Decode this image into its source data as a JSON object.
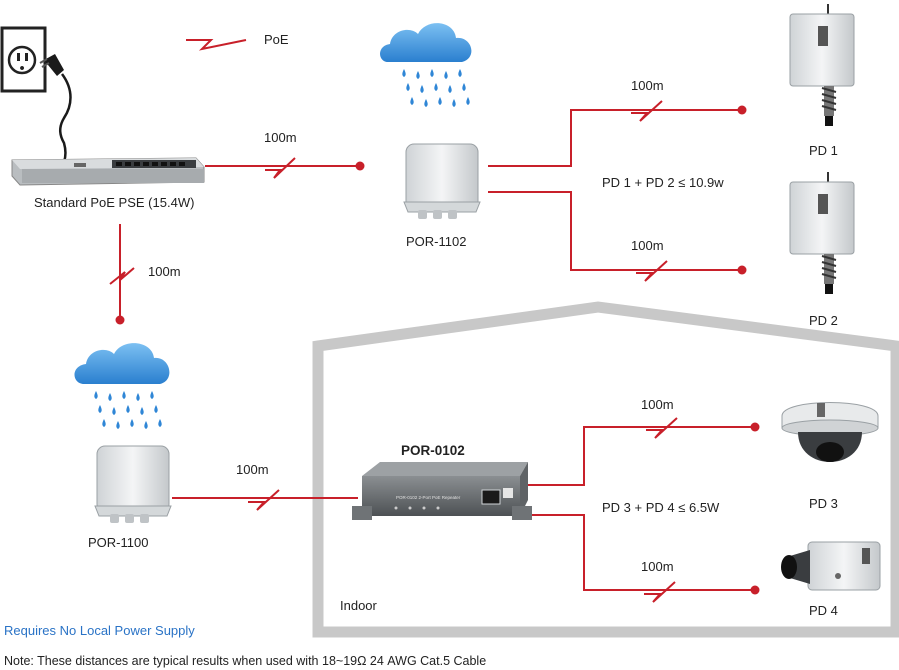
{
  "legend": {
    "label": "PoE"
  },
  "devices": {
    "pse": "Standard PoE PSE (15.4W)",
    "por1102": "POR-1102",
    "por1100": "POR-1100",
    "por0102": "POR-0102",
    "por0102_panel_text": "POR-0102 2-Port PoE Repeater",
    "pd1": "PD 1",
    "pd2": "PD 2",
    "pd3": "PD 3",
    "pd4": "PD 4"
  },
  "links": {
    "pse_to_por1102": "100m",
    "pse_to_por1100": "100m",
    "por1102_to_pd1": "100m",
    "por1102_to_pd2": "100m",
    "por1100_to_por0102": "100m",
    "por0102_to_pd3": "100m",
    "por0102_to_pd4": "100m"
  },
  "budgets": {
    "outdoor": "PD 1 + PD 2 ≤ 10.9w",
    "indoor": "PD 3 + PD 4 ≤ 6.5W"
  },
  "area": {
    "indoor": "Indoor"
  },
  "footer": {
    "no_power": "Requires No Local Power Supply",
    "note": "Note: These distances are typical results when used with 18~19Ω 24 AWG Cat.5 Cable"
  },
  "colors": {
    "cable": "#c8202a",
    "rain": "#2f86d6",
    "cloud": "#3a95e0",
    "house": "#c8c8c8",
    "accent": "#2a73c6"
  }
}
